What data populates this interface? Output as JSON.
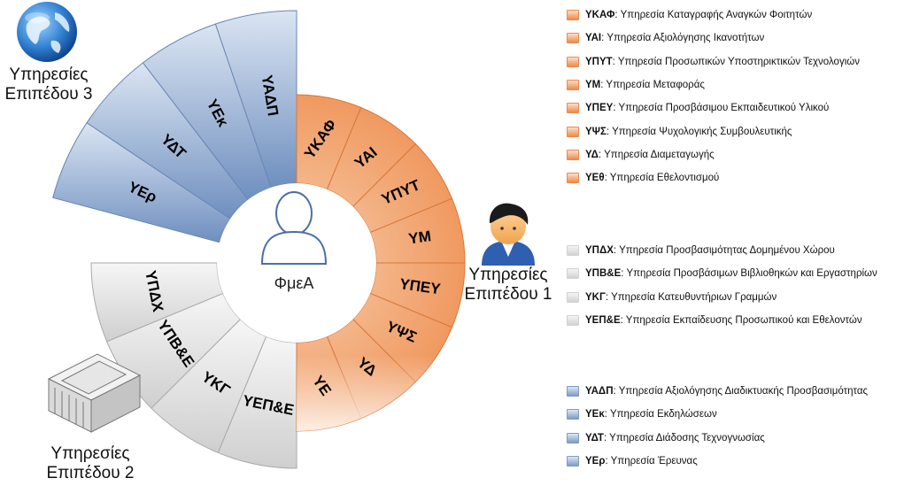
{
  "center": {
    "label": "ΦμεΑ"
  },
  "level1": {
    "label_line1": "Υπηρεσίες",
    "label_line2": "Επιπέδου 1",
    "segments": [
      "ΥΚΑΦ",
      "ΥΑΙ",
      "ΥΠΥΤ",
      "ΥΜ",
      "ΥΠΕΥ",
      "ΥΨΣ",
      "ΥΔ",
      "ΥΕ"
    ],
    "legend": [
      {
        "code": "ΥΚΑΦ",
        "text": ": Υπηρεσία Καταγραφής Αναγκών Φοιτητών"
      },
      {
        "code": "ΥΑΙ",
        "text": ": Υπηρεσία Αξιολόγησης Ικανοτήτων"
      },
      {
        "code": "ΥΠΥΤ",
        "text": ": Υπηρεσία Προσωπικών Υποστηρικτικών Τεχνολογιών"
      },
      {
        "code": "ΥΜ",
        "text": ": Υπηρεσία Μεταφοράς"
      },
      {
        "code": "ΥΠΕΥ",
        "text": ": Υπηρεσία Προσβάσιμου Εκπαιδευτικού Υλικού"
      },
      {
        "code": "ΥΨΣ",
        "text": ": Υπηρεσία Ψυχολογικής Συμβουλευτικής"
      },
      {
        "code": "ΥΔ",
        "text": ": Υπηρεσία Διαμεταγωγής"
      },
      {
        "code": "ΥΕθ",
        "text": ": Υπηρεσία Εθελοντισμού"
      }
    ]
  },
  "level2": {
    "label_line1": "Υπηρεσίες",
    "label_line2": "Επιπέδου 2",
    "segments": [
      "ΥΠΔΧ",
      "ΥΠΒ&Ε",
      "ΥΚΓ",
      "ΥΕΠ&Ε"
    ],
    "legend": [
      {
        "code": "ΥΠΔΧ",
        "text": ": Υπηρεσία Προσβασιμότητας Δομημένου Χώρου"
      },
      {
        "code": "ΥΠΒ&Ε",
        "text": ": Υπηρεσία Προσβάσιμων Βιβλιοθηκών και Εργαστηρίων"
      },
      {
        "code": "ΥΚΓ",
        "text": ": Υπηρεσία Κατευθυντήριων Γραμμών"
      },
      {
        "code": "ΥΕΠ&Ε",
        "text": ": Υπηρεσία Εκπαίδευσης Προσωπικού και Εθελοντών"
      }
    ]
  },
  "level3": {
    "label_line1": "Υπηρεσίες",
    "label_line2": "Επιπέδου 3",
    "segments": [
      "ΥΕρ",
      "ΥΔΤ",
      "ΥΕκ",
      "ΥΑΔΠ"
    ],
    "legend": [
      {
        "code": "ΥΑΔΠ",
        "text": ": Υπηρεσία Αξιολόγησης Διαδικτυακής Προσβασιμότητας"
      },
      {
        "code": "ΥΕκ",
        "text": ": Υπηρεσία Εκδηλώσεων"
      },
      {
        "code": "ΥΔΤ",
        "text": ": Υπηρεσία Διάδοσης Τεχνογνωσίας"
      },
      {
        "code": "ΥΕρ",
        "text": ": Υπηρεσία Έρευνας"
      }
    ]
  },
  "colors": {
    "level1_fill": "#ee8a4a",
    "level1_light": "#fbe0cc",
    "level2_fill": "#d2d2d2",
    "level2_light": "#f4f4f4",
    "level3_fill": "#7e9cc6",
    "level3_light": "#dde6f3",
    "center_fill": "#ffffff",
    "person_outline": "#4a6fa5"
  },
  "icons": {
    "level1": "user-avatar-icon",
    "level2": "building-icon",
    "level3": "globe-icon",
    "center": "person-outline-icon"
  }
}
